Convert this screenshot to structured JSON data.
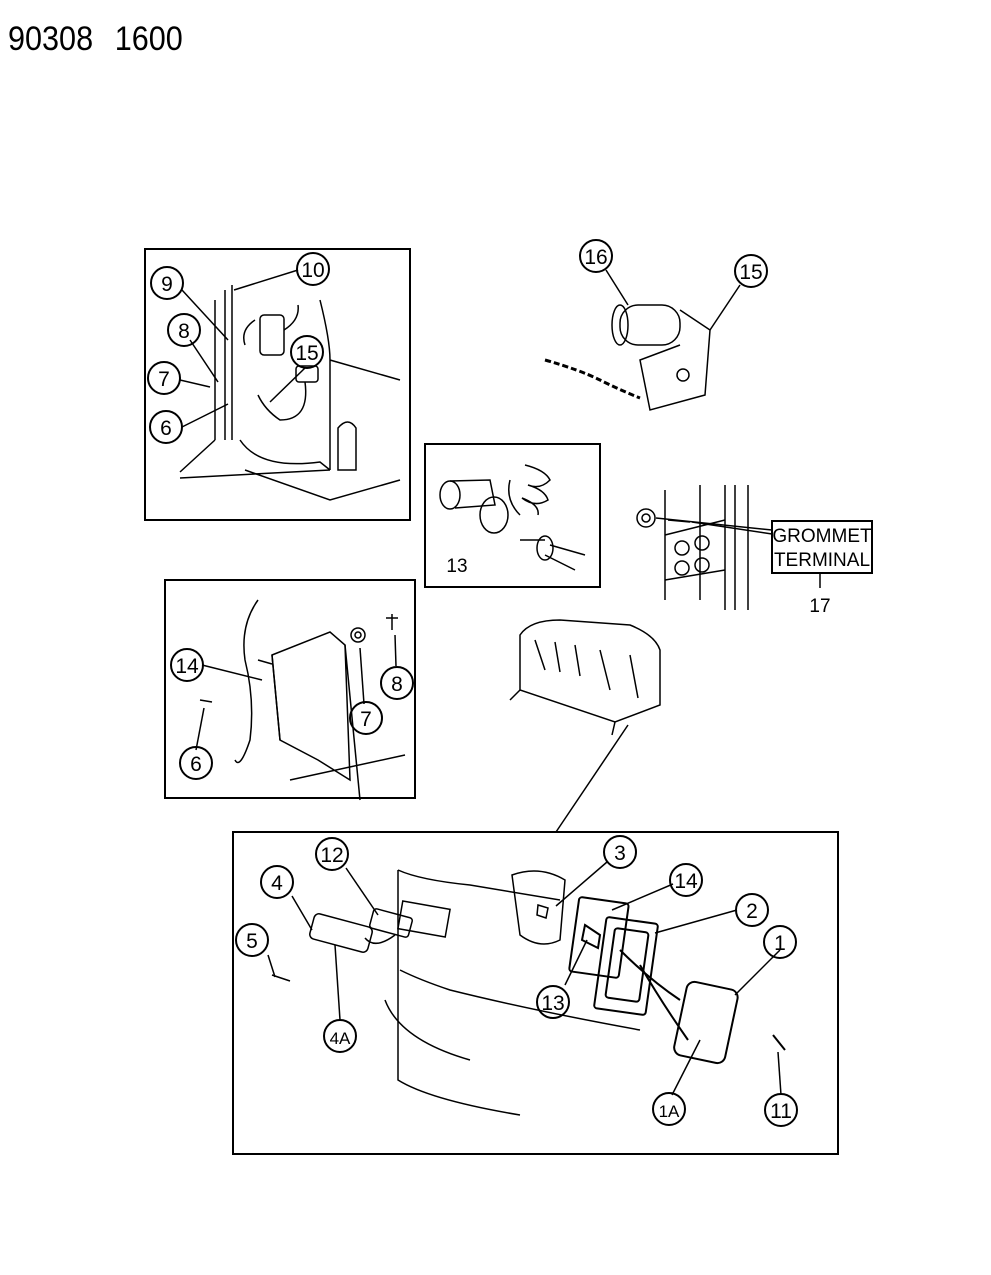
{
  "header": {
    "part_number": "90308",
    "section": "1600"
  },
  "callouts": {
    "c1": "1",
    "c1A": "1A",
    "c2": "2",
    "c3": "3",
    "c4": "4",
    "c4A": "4A",
    "c5": "5",
    "c6a": "6",
    "c6b": "6",
    "c7a": "7",
    "c7b": "7",
    "c8a": "8",
    "c8b": "8",
    "c9": "9",
    "c10": "10",
    "c11": "11",
    "c12": "12",
    "c13a": "13",
    "c13b": "13",
    "c14a": "14",
    "c14b": "14",
    "c15a": "15",
    "c15b": "15",
    "c16": "16",
    "c17": "17"
  },
  "labels": {
    "grommet": "GROMMET",
    "terminal": "TERMINAL"
  }
}
